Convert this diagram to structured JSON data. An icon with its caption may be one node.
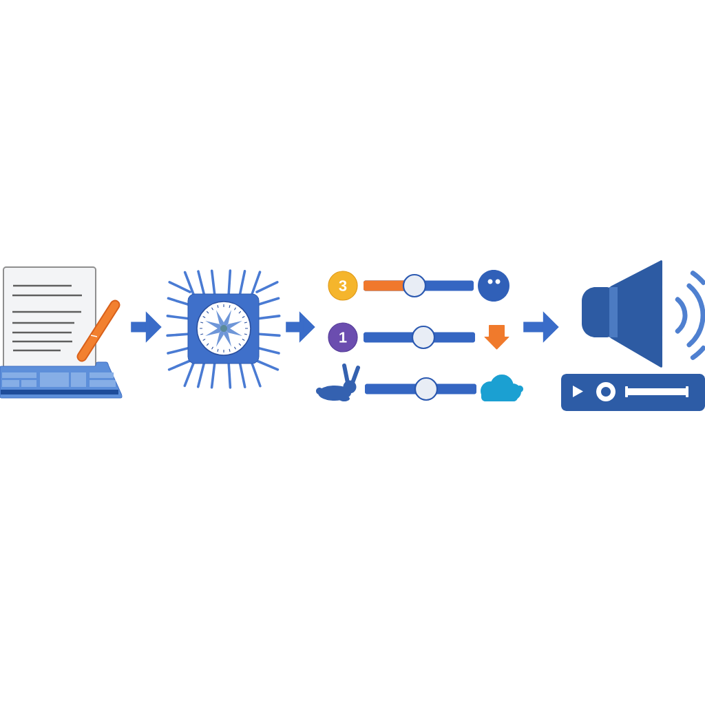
{
  "diagram": {
    "nodes": [
      {
        "text": [],
        "shape": "picture"
      },
      {
        "text": [],
        "shape": "picture"
      },
      {
        "text": [],
        "shape": "picture"
      },
      {
        "text": [
          "3"
        ],
        "in": 2
      },
      {
        "text": [
          "1"
        ],
        "in": 2
      },
      {
        "text": [],
        "shape": "picture"
      }
    ],
    "edges": [
      {
        "from": 0,
        "to": 1,
        "arrow": "to"
      },
      {
        "from": 1,
        "to": 2,
        "arrow": "to"
      },
      {
        "from": 2,
        "to": 5,
        "arrow": "to"
      }
    ]
  }
}
